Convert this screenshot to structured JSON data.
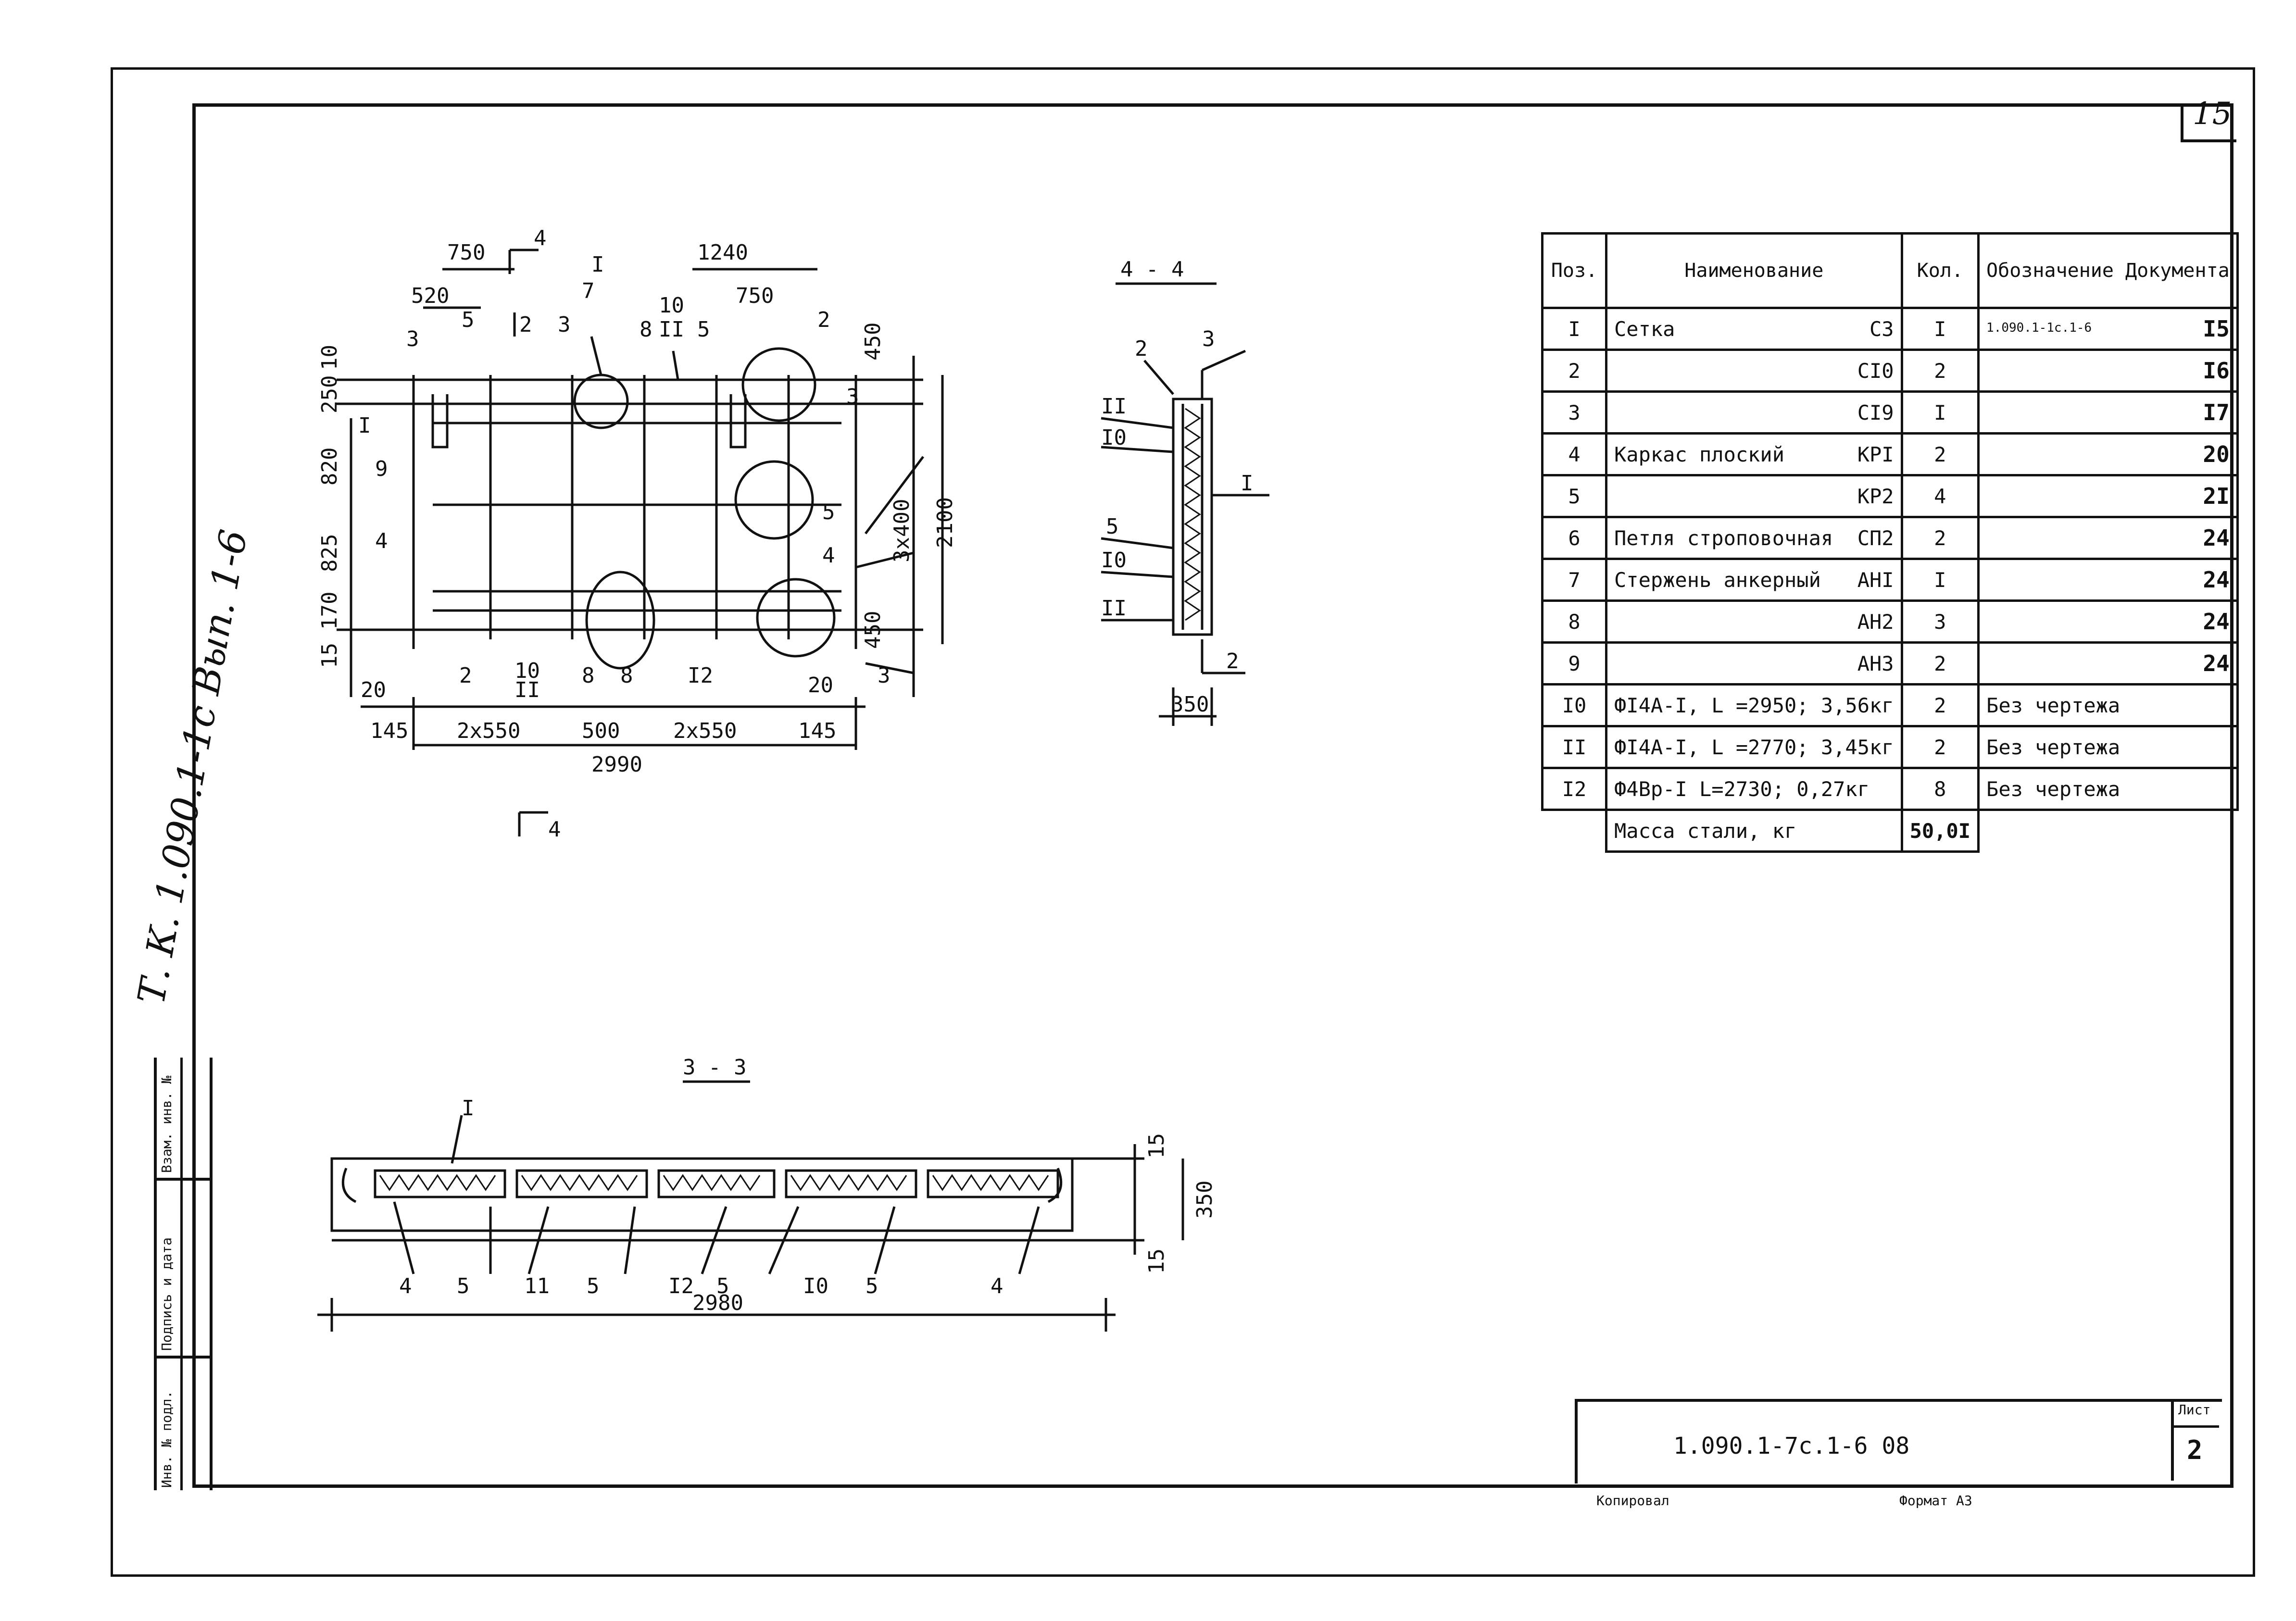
{
  "sheet_corner": "15",
  "margin_note": "Т. К. 1.090.1-1с Вып. 1-6",
  "side_labels": [
    "Инв. № подл.",
    "Подпись и дата",
    "Взам. инв. №"
  ],
  "plan": {
    "dims_top": [
      "750",
      "520",
      "1240",
      "750"
    ],
    "dims_left": [
      "10",
      "250",
      "820",
      "825",
      "170",
      "15"
    ],
    "dims_right": [
      "450",
      "2100",
      "3х400",
      "450"
    ],
    "dims_bottom": [
      "20",
      "145",
      "2х550",
      "500",
      "2х550",
      "145",
      "20"
    ],
    "total": "2990",
    "cut": "4",
    "pos_labels": [
      "3",
      "5",
      "2",
      "3",
      "7",
      "8",
      "I",
      "10",
      "II",
      "5",
      "2",
      "3",
      "9",
      "4",
      "5",
      "4",
      "2",
      "10",
      "II",
      "8",
      "8",
      "I2",
      "3",
      "I"
    ]
  },
  "section_44": {
    "title": "4 - 4",
    "labels": [
      "2",
      "3",
      "II",
      "I0",
      "I",
      "5",
      "I0",
      "II",
      "2"
    ],
    "dim": "350"
  },
  "section_33": {
    "title": "3 - 3",
    "labels": [
      "I",
      "4",
      "5",
      "11",
      "5",
      "I2",
      "5",
      "I0",
      "5",
      "4"
    ],
    "dims": [
      "15",
      "350",
      "15"
    ],
    "total": "2980"
  },
  "spec": {
    "headers": {
      "pos": "Поз.",
      "name": "Наименование",
      "qty": "Кол.",
      "doc": "Обозначение Документа"
    },
    "rows": [
      {
        "pos": "I",
        "name": "Сетка",
        "mark": "С3",
        "qty": "I",
        "docnote": "1.090.1-1с.1-6",
        "page": "I5"
      },
      {
        "pos": "2",
        "name": "",
        "mark": "СI0",
        "qty": "2",
        "docnote": "",
        "page": "I6"
      },
      {
        "pos": "3",
        "name": "",
        "mark": "СI9",
        "qty": "I",
        "docnote": "",
        "page": "I7"
      },
      {
        "pos": "4",
        "name": "Каркас плоский",
        "mark": "КРI",
        "qty": "2",
        "docnote": "",
        "page": "20"
      },
      {
        "pos": "5",
        "name": "",
        "mark": "КР2",
        "qty": "4",
        "docnote": "",
        "page": "2I"
      },
      {
        "pos": "6",
        "name": "Петля строповочная",
        "mark": "СП2",
        "qty": "2",
        "docnote": "",
        "page": "24"
      },
      {
        "pos": "7",
        "name": "Стержень анкерный",
        "mark": "АНI",
        "qty": "I",
        "docnote": "",
        "page": "24"
      },
      {
        "pos": "8",
        "name": "",
        "mark": "АН2",
        "qty": "3",
        "docnote": "",
        "page": "24"
      },
      {
        "pos": "9",
        "name": "",
        "mark": "АН3",
        "qty": "2",
        "docnote": "",
        "page": "24"
      },
      {
        "pos": "I0",
        "name": "ФI4А-I, L =2950; 3,56кг",
        "mark": "",
        "qty": "2",
        "docnote": "Без чертежа",
        "page": ""
      },
      {
        "pos": "II",
        "name": "ФI4А-I, L =2770; 3,45кг",
        "mark": "",
        "qty": "2",
        "docnote": "Без чертежа",
        "page": ""
      },
      {
        "pos": "I2",
        "name": "Ф4Вр-I L=2730; 0,27кг",
        "mark": "",
        "qty": "8",
        "docnote": "Без чертежа",
        "page": ""
      }
    ],
    "mass_label": "Масса стали, кг",
    "mass_value": "50,0I"
  },
  "stamp": {
    "code": "1.090.1-7с.1-6 08",
    "sheet_label": "Лист",
    "sheet_number": "2",
    "copied": "Копировал",
    "format": "Формат А3"
  }
}
